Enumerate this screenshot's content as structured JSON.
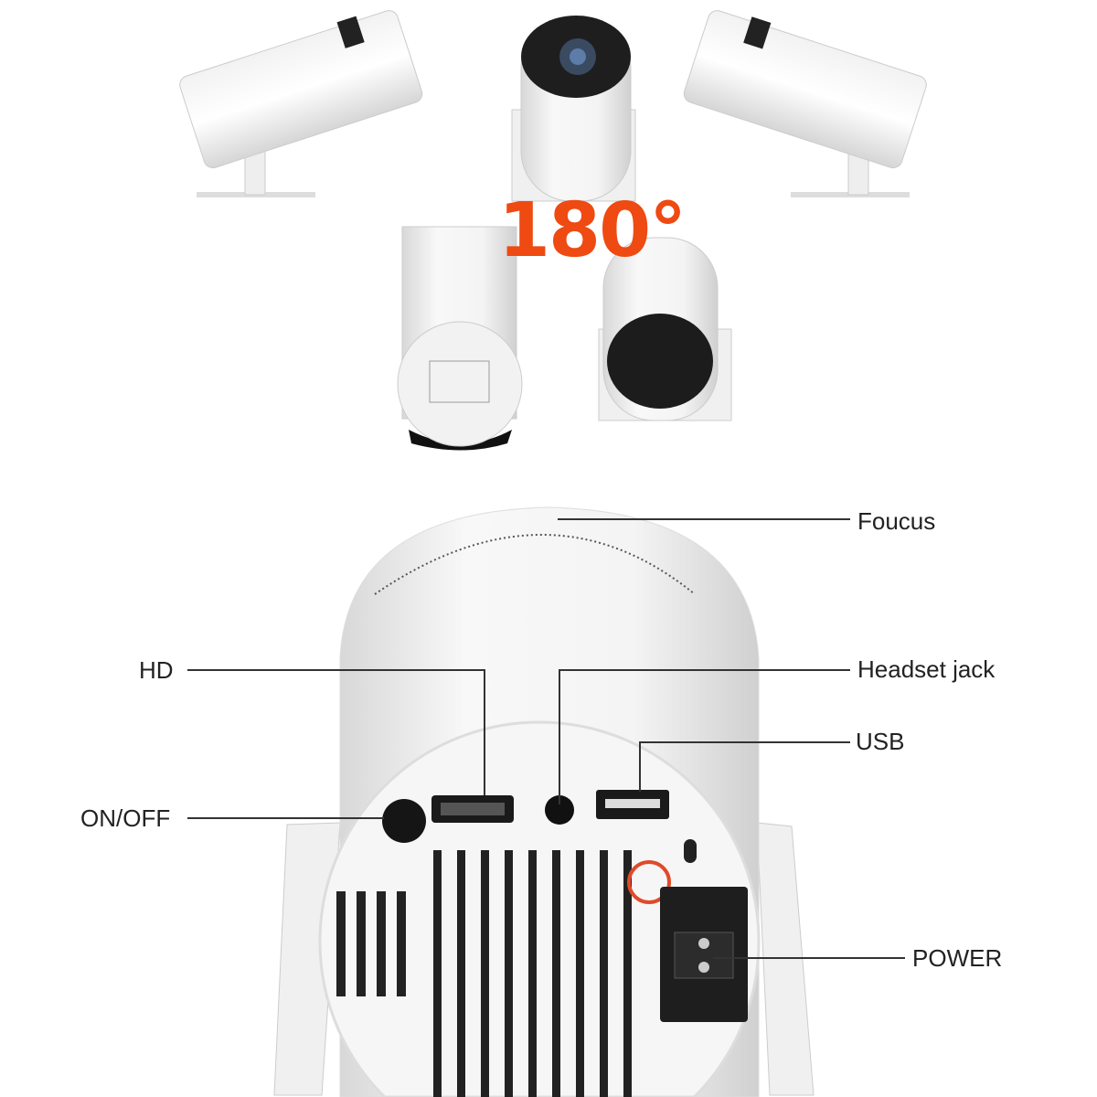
{
  "rotation_label": "180°",
  "accent_color": "#ee4a12",
  "callouts": {
    "focus": "Foucus",
    "hd": "HD",
    "headset": "Headset jack",
    "usb": "USB",
    "onoff": "ON/OFF",
    "power": "POWER"
  }
}
